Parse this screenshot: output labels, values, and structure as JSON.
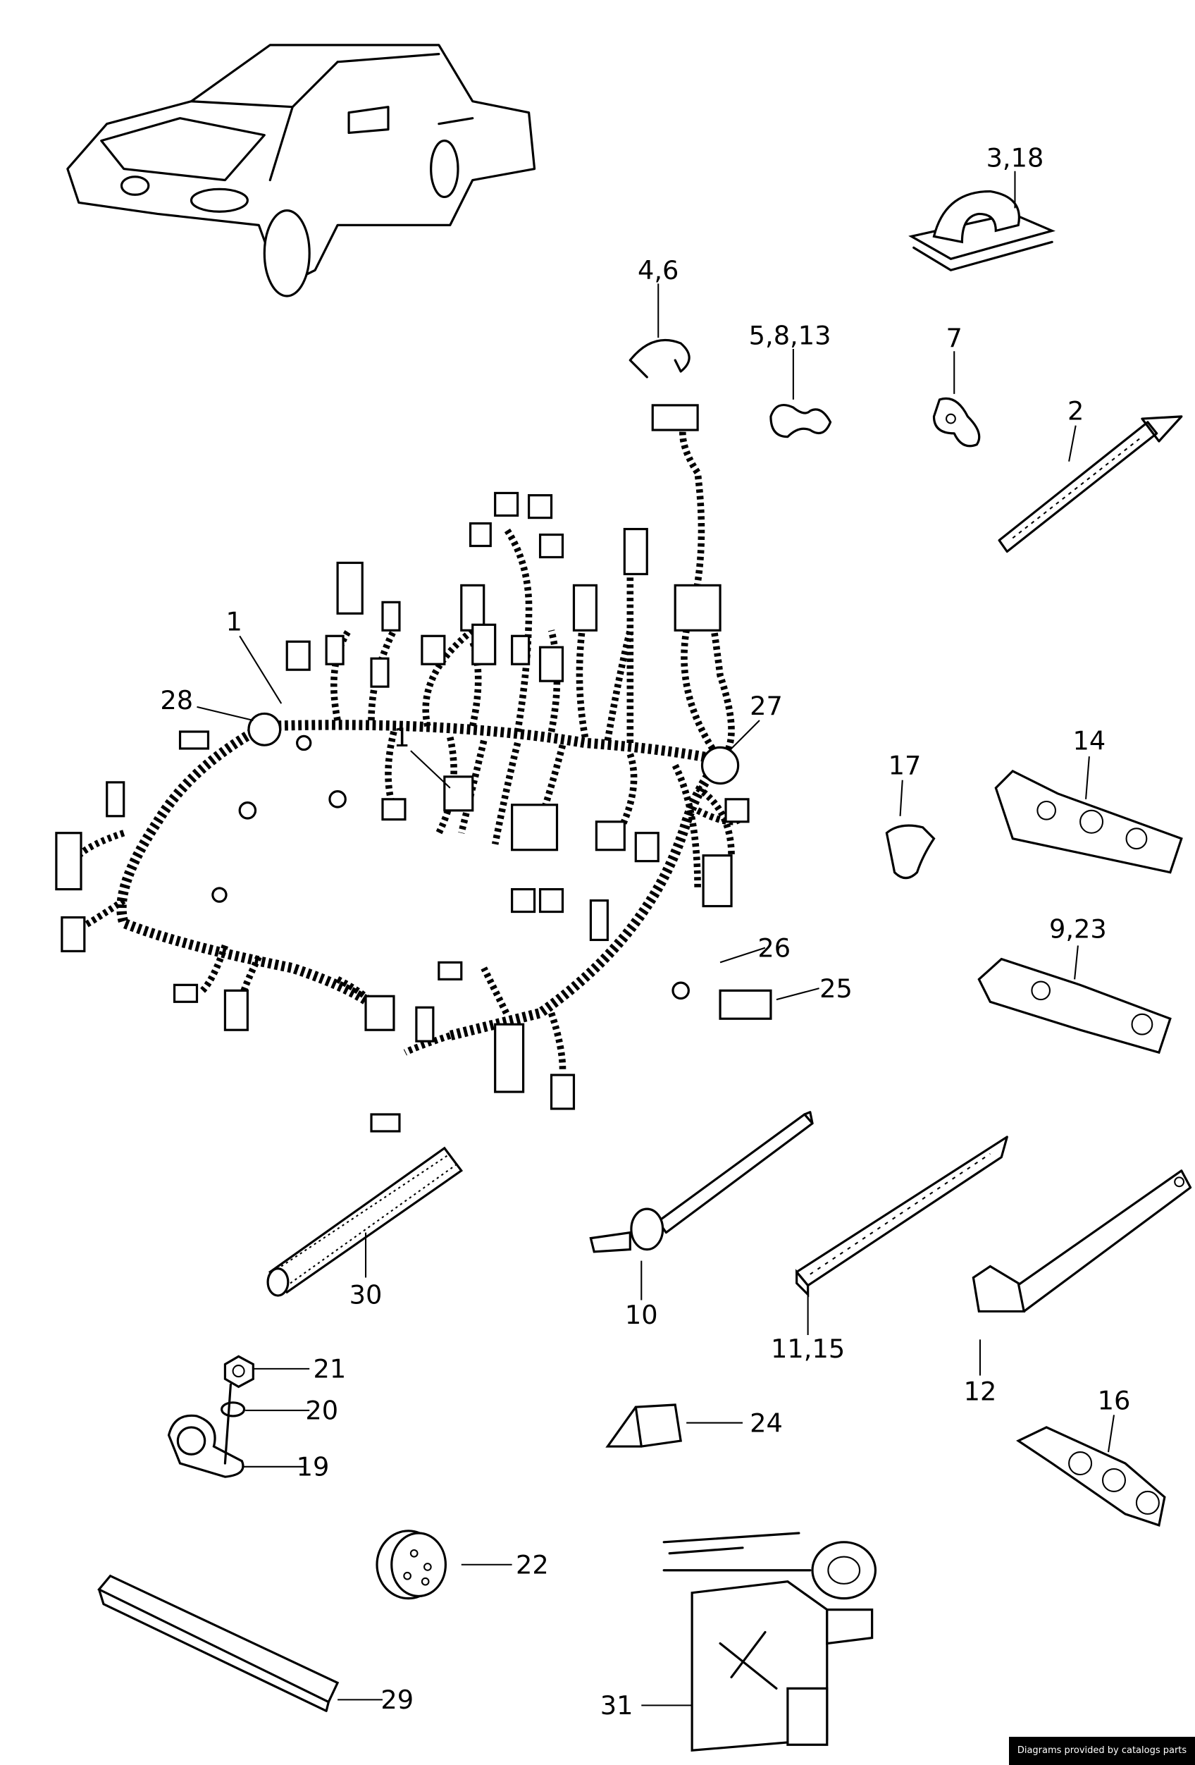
{
  "callouts": {
    "c3_18": "3,18",
    "c4_6": "4,6",
    "c5_8_13": "5,8,13",
    "c7": "7",
    "c2": "2",
    "c1a": "1",
    "c28": "28",
    "c27": "27",
    "c1b": "1",
    "c17": "17",
    "c14": "14",
    "c9_23": "9,23",
    "c26": "26",
    "c25": "25",
    "c30": "30",
    "c10": "10",
    "c11_15": "11,15",
    "c12": "12",
    "c16": "16",
    "c21": "21",
    "c20": "20",
    "c19": "19",
    "c24": "24",
    "c22": "22",
    "c29": "29",
    "c31": "31"
  },
  "credit": "Diagrams provided by catalogs parts"
}
